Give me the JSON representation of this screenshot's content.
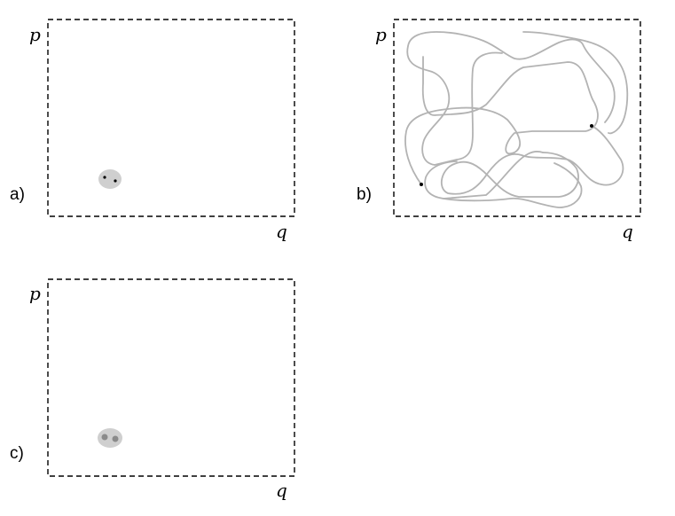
{
  "panels": [
    {
      "label": "a)",
      "x_axis": "q",
      "y_axis": "p"
    },
    {
      "label": "b)",
      "x_axis": "q",
      "y_axis": "p"
    },
    {
      "label": "c)",
      "x_axis": "q",
      "y_axis": "p"
    }
  ]
}
